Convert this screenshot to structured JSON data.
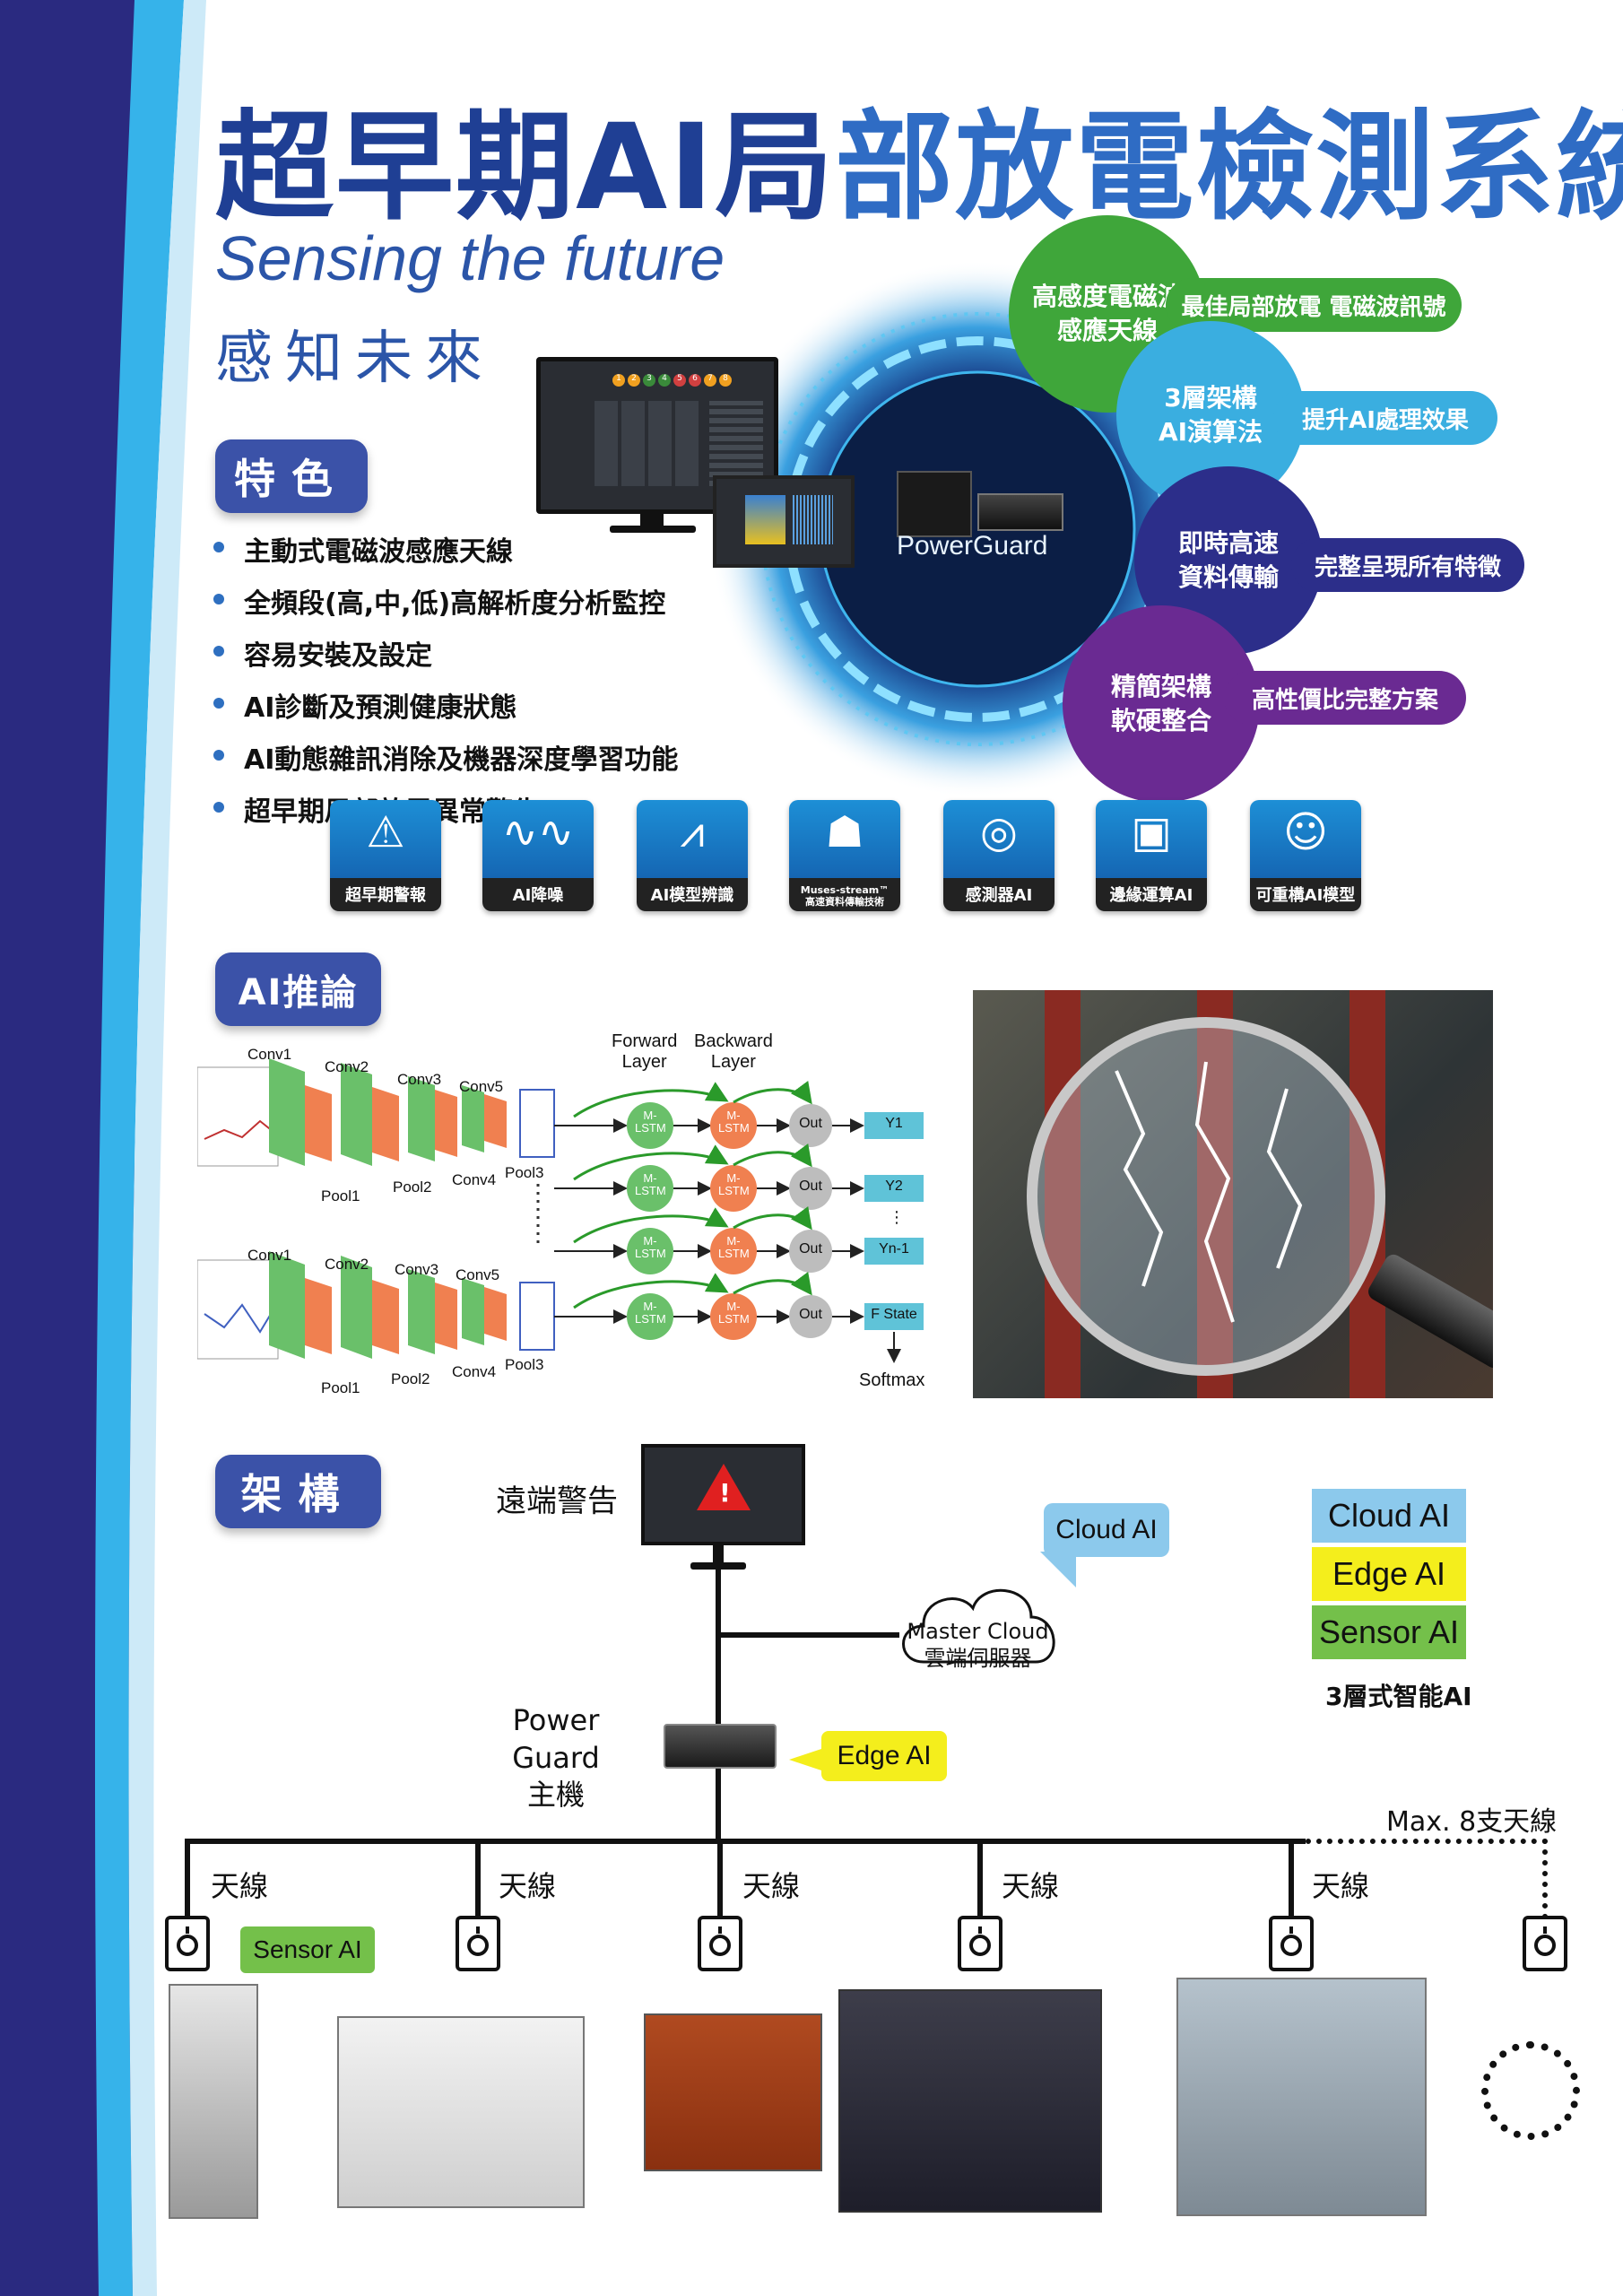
{
  "title": "超早期AI局部放電檢測系統",
  "subtitle_en": "Sensing the future",
  "subtitle_zh": "感知未來",
  "features": {
    "badge": "特色",
    "items": [
      "主動式電磁波感應天線",
      "全頻段(高,中,低)高解析度分析監控",
      "容易安裝及設定",
      "AI診斷及預測健康狀態",
      "AI動態雜訊消除及機器深度學習功能",
      "超早期局部放電異常警告"
    ]
  },
  "hero": {
    "device_label": "PowerGuard",
    "monitor_numbers": [
      "1",
      "2",
      "3",
      "4",
      "5",
      "6",
      "7",
      "8"
    ],
    "bubbles": [
      {
        "text": "高感度電磁波\n感應天線",
        "pill": "最佳局部放電 電磁波訊號",
        "color": "#3fa63a"
      },
      {
        "text": "3層架構\nAI演算法",
        "pill": "提升AI處理效果",
        "color": "#3aaee0"
      },
      {
        "text": "即時高速\n資料傳輸",
        "pill": "完整呈現所有特徵",
        "color": "#2c2e8a"
      },
      {
        "text": "精簡架構\n軟硬整合",
        "pill": "高性價比完整方案",
        "color": "#6a2a92"
      }
    ]
  },
  "icons": [
    {
      "name": "alarm",
      "glyph": "🚨",
      "label": "超早期警報"
    },
    {
      "name": "noise",
      "glyph": "〰",
      "label": "AI降噪"
    },
    {
      "name": "model",
      "glyph": "📈",
      "label": "AI模型辨識"
    },
    {
      "name": "stream",
      "glyph": "👤",
      "label": "Muses-stream™\n高速資料傳輸技術"
    },
    {
      "name": "sensor",
      "glyph": "◉",
      "label": "感測器AI"
    },
    {
      "name": "edge",
      "glyph": "▦",
      "label": "邊緣運算AI"
    },
    {
      "name": "reconfig",
      "glyph": "☺",
      "label": "可重構AI模型"
    }
  ],
  "ai_inference": {
    "badge": "AI推論",
    "conv_labels_top": [
      "Conv1",
      "Conv2",
      "Conv3",
      "Conv5"
    ],
    "pool_labels_top": [
      "Pool1",
      "Pool2",
      "Conv4",
      "Pool3"
    ],
    "conv_labels_bottom": [
      "Conv1",
      "Conv2",
      "Conv3",
      "Conv5"
    ],
    "pool_labels_bottom": [
      "Pool1",
      "Pool2",
      "Conv4",
      "Pool3"
    ],
    "forward_label": "Forward\nLayer",
    "backward_label": "Backward\nLayer",
    "lstm": "M-\nLSTM",
    "out": "Out",
    "outputs": [
      "Y1",
      "Y2",
      "Yn-1",
      "F State"
    ],
    "dots": "⋮",
    "softmax": "Softmax"
  },
  "architecture": {
    "badge": "架構",
    "remote_alert": "遠端警告",
    "cloud_ai": "Cloud AI",
    "master_cloud": "Master Cloud\n雲端伺服器",
    "power_guard": "Power Guard\n主機",
    "edge_ai": "Edge AI",
    "sensor_ai": "Sensor AI",
    "max_antennas": "Max. 8支天線",
    "antenna": "天線",
    "legend": [
      {
        "label": "Cloud AI",
        "color": "#8cc9ec"
      },
      {
        "label": "Edge AI",
        "color": "#f4ee1c"
      },
      {
        "label": "Sensor AI",
        "color": "#74c04a"
      }
    ],
    "legend_caption": "3層式智能AI"
  },
  "colors": {
    "brand_blue": "#1f3f94",
    "dark_navy": "#2a2a80",
    "accent_light_blue": "#36b3ea"
  }
}
